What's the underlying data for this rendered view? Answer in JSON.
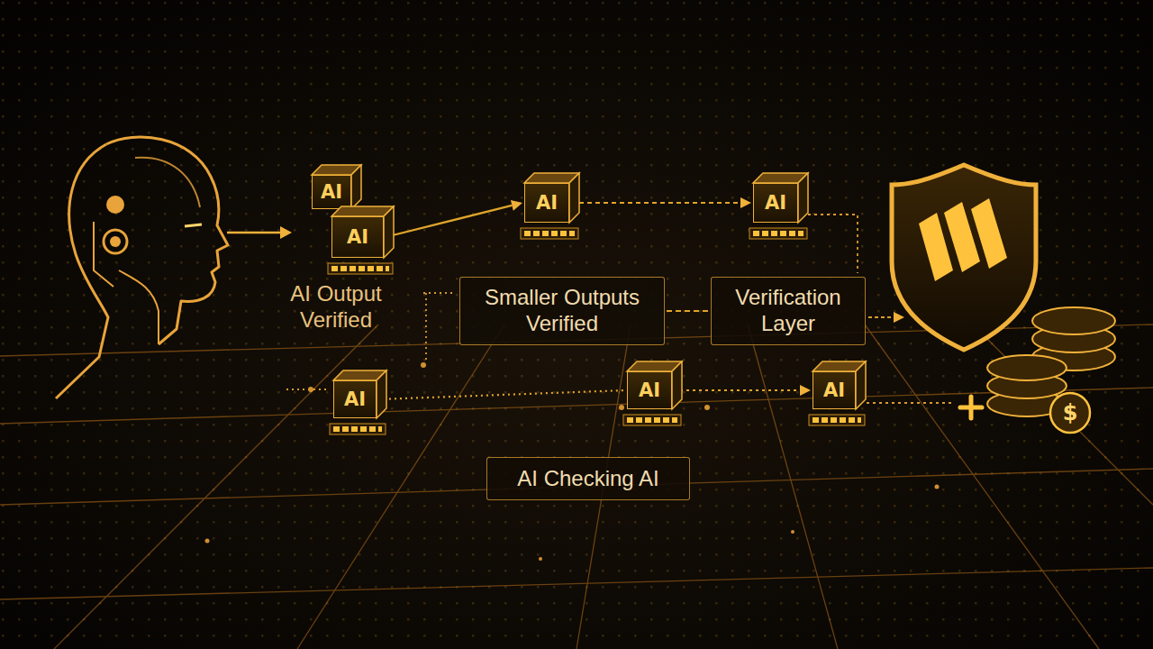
{
  "diagram": {
    "nodes": [
      {
        "text": [
          "AI"
        ]
      },
      {
        "text": [
          "AI"
        ]
      },
      {
        "text": [
          "AI"
        ]
      },
      {
        "text": [
          "AI"
        ]
      },
      {
        "text": [
          "Smaller Outputs Verified"
        ]
      },
      {
        "text": [
          "Verification Layer"
        ]
      },
      {
        "text": [
          "AI"
        ]
      },
      {
        "text": [
          "AI"
        ]
      },
      {
        "text": [
          "AI"
        ]
      },
      {
        "text": [
          "AI Checking AI"
        ]
      },
      {
        "text": [
          "$"
        ]
      }
    ],
    "edges": [
      {
        "from": 1,
        "to": 2,
        "arrow": "to"
      },
      {
        "from": 2,
        "to": 3,
        "arrow": "to"
      },
      {
        "from": 4,
        "to": 5,
        "arrow": "none"
      },
      {
        "from": 6,
        "to": 7,
        "arrow": "none"
      },
      {
        "from": 7,
        "to": 8,
        "arrow": "to"
      }
    ],
    "labels": [
      "AI Output Verified"
    ]
  }
}
